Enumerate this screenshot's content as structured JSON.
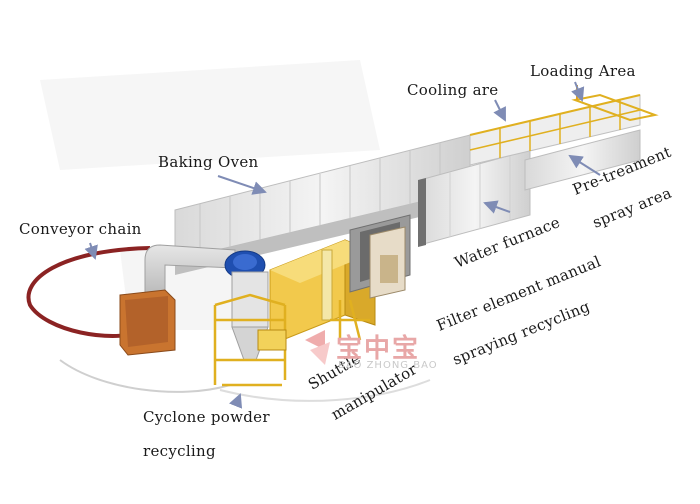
{
  "labels": {
    "loading_area": "Loading Area",
    "cooling_area": "Cooling are",
    "baking_oven": "Baking Oven",
    "pretreatment": "Pre-treament",
    "spray_area": "spray area",
    "water_furnace": "Water furnace",
    "conveyor_chain": "Conveyor chain",
    "filter_element": "Filter element manual",
    "spraying_recycling": "spraying recycling",
    "shuttle": "Shuttle",
    "manipulator": "manipulator",
    "cyclone_line1": "Cyclone powder",
    "cyclone_line2": "recycling"
  },
  "watermark": {
    "brand_cn": "宝中宝",
    "brand_en": "BAO ZHONG BAO"
  },
  "colors": {
    "arrow": "#9aa6c8",
    "conveyor": "#8b2323",
    "frame_yellow": "#e0b020",
    "motor_blue": "#1f4fb0"
  }
}
